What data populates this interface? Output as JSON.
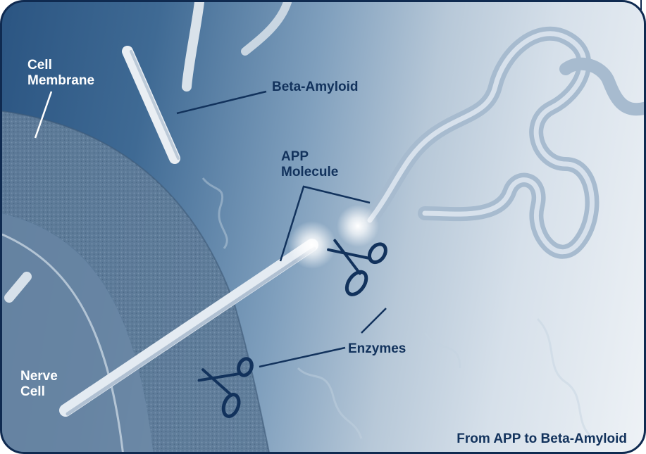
{
  "labels": {
    "cell_membrane_line1": "Cell",
    "cell_membrane_line2": "Membrane",
    "beta_amyloid": "Beta-Amyloid",
    "app_molecule_line1": "APP",
    "app_molecule_line2": "Molecule",
    "enzymes": "Enzymes",
    "nerve_cell_line1": "Nerve",
    "nerve_cell_line2": "Cell"
  },
  "caption": "From APP to Beta-Amyloid",
  "colors": {
    "frame_border": "#0f2a50",
    "label_dark": "#12325c",
    "label_light": "#ffffff",
    "background_dark": "#2b5582",
    "background_light": "#eef2f6"
  },
  "icons": [
    "scissors-icon",
    "scissors-icon"
  ]
}
